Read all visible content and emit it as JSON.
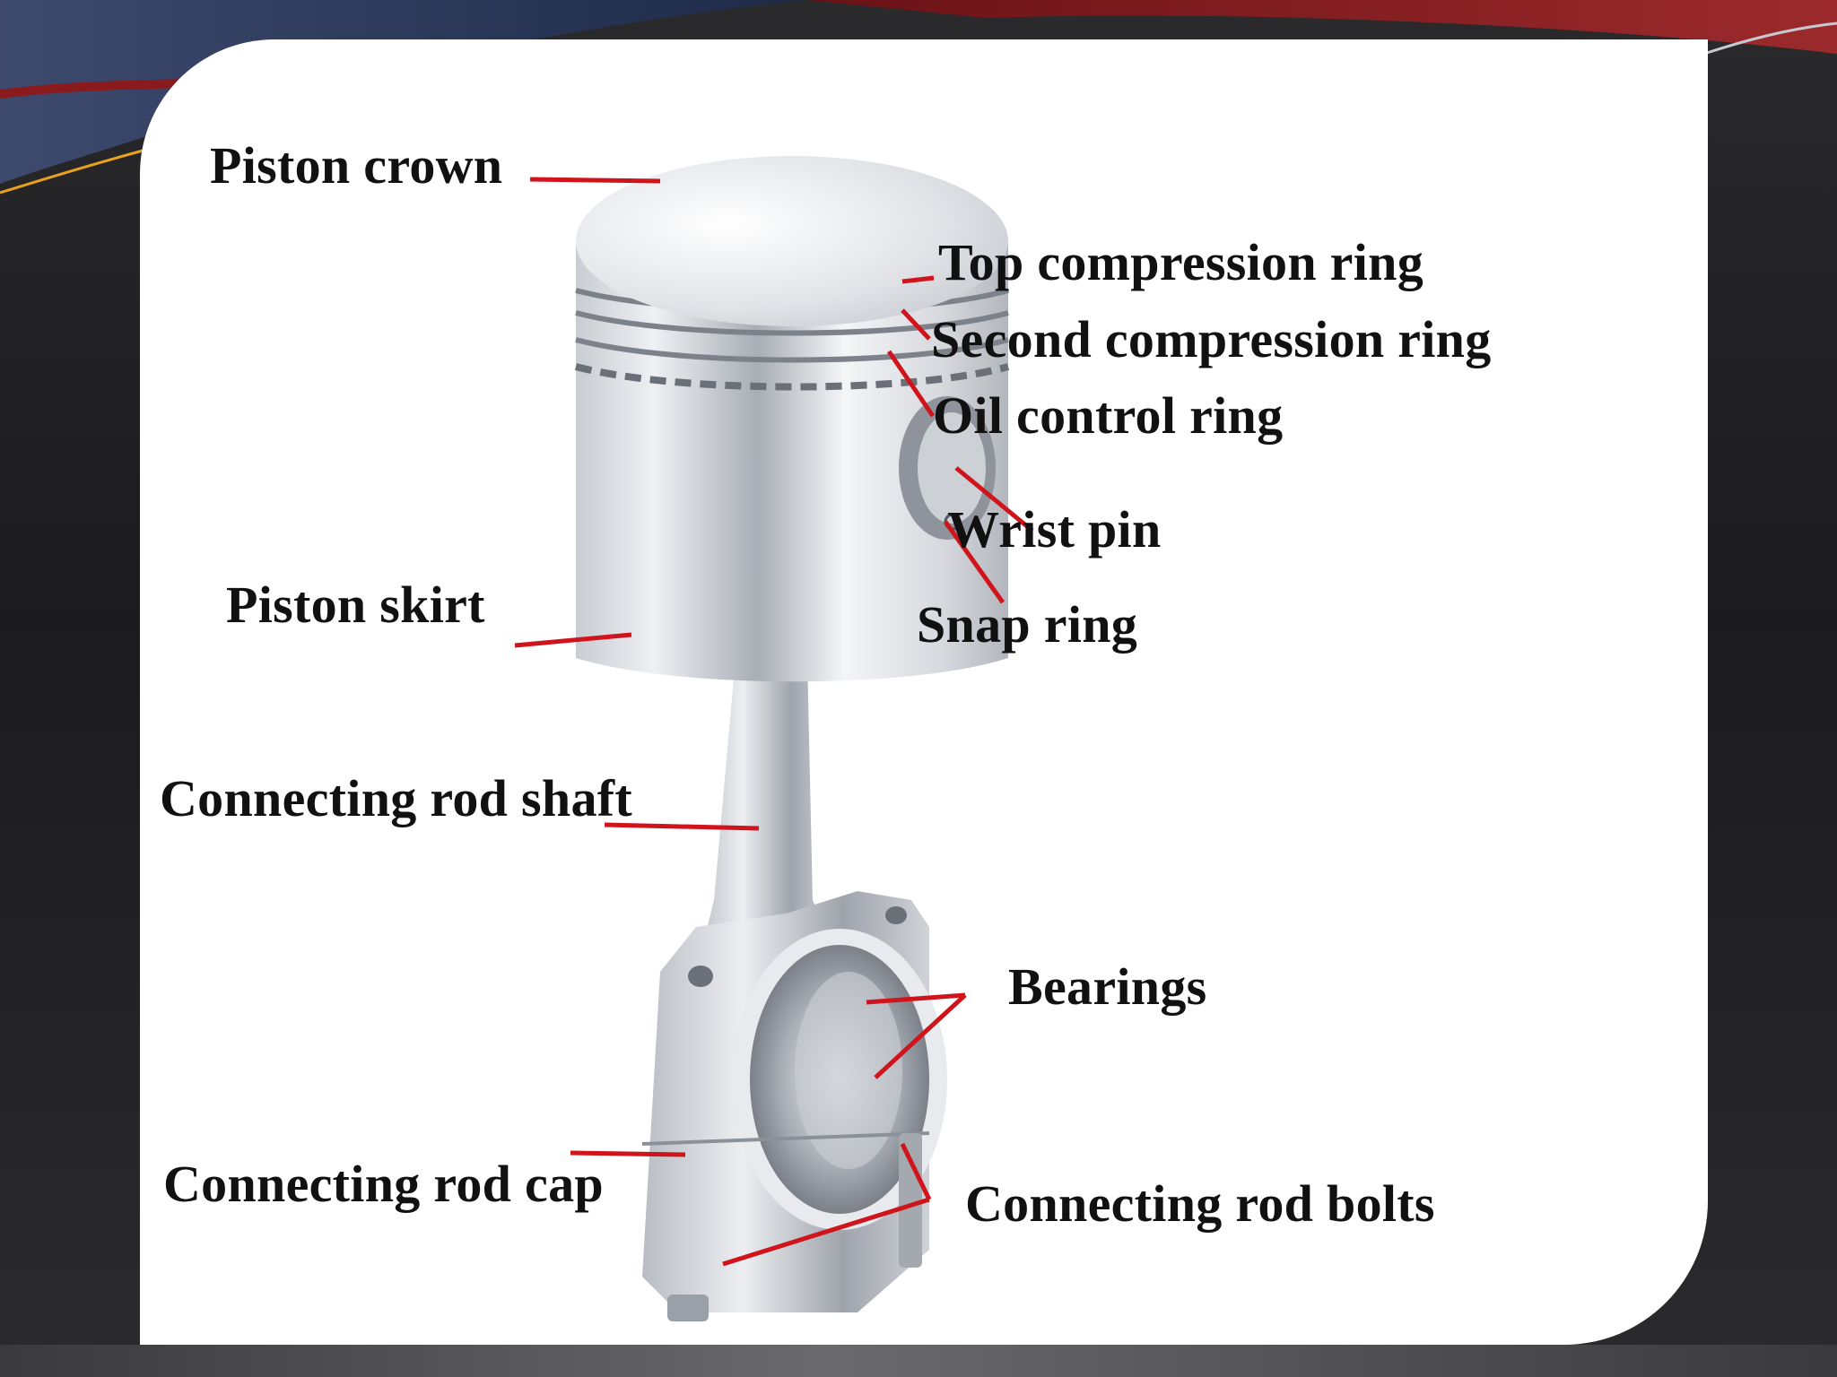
{
  "labels": {
    "piston_crown": "Piston crown",
    "top_compression_ring": "Top compression ring",
    "second_compression_ring": "Second compression ring",
    "oil_control_ring": "Oil control ring",
    "wrist_pin": "Wrist pin",
    "snap_ring": "Snap ring",
    "piston_skirt": "Piston skirt",
    "connecting_rod_shaft": "Connecting rod shaft",
    "bearings": "Bearings",
    "connecting_rod_cap": "Connecting rod cap",
    "connecting_rod_bolts": "Connecting rod bolts"
  },
  "colors": {
    "leader_line": "#d0141c",
    "slide_background": "#1f1f21",
    "card_background": "#ffffff",
    "accent_red": "#8b1a1c",
    "accent_navy": "#2e3a5c"
  }
}
